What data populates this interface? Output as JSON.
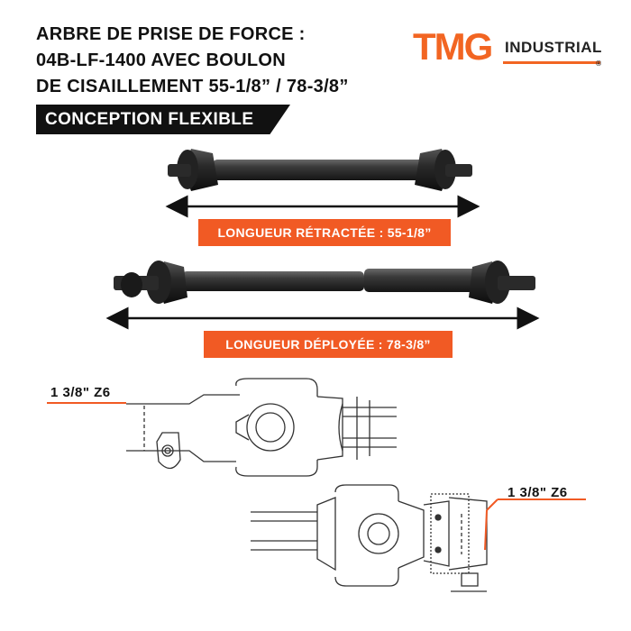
{
  "title": {
    "line1": "ARBRE DE PRISE DE FORCE :",
    "line2": "04B-LF-1400 AVEC BOULON",
    "line3": "DE CISAILLEMENT 55-1/8” / 78-3/8”"
  },
  "logo": {
    "brand": "TMG",
    "sub": "INDUSTRIAL",
    "registered": "®",
    "color": "#f26522"
  },
  "banner": {
    "text": "CONCEPTION FLEXIBLE"
  },
  "shaft_retracted": {
    "label": "LONGUEUR RÉTRACTÉE : 55-1/8”"
  },
  "shaft_extended": {
    "label": "LONGUEUR DÉPLOYÉE : 78-3/8”"
  },
  "drawing": {
    "spline_label_left": "1 3/8\" Z6",
    "spline_label_right": "1 3/8\" Z6"
  },
  "colors": {
    "accent": "#f15a24",
    "dark": "#111111"
  }
}
